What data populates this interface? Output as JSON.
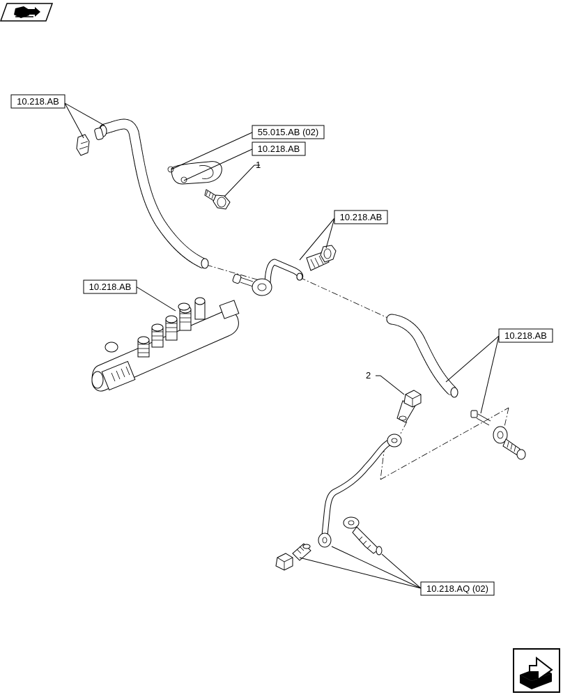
{
  "refs": {
    "top_left": "10.218.AB",
    "clip_ref": "55.015.AB (02)",
    "clip_ref2": "10.218.AB",
    "center": "10.218.AB",
    "rail": "10.218.AB",
    "right": "10.218.AB",
    "bottom": "10.218.AQ (02)"
  },
  "callouts": {
    "item1": "1",
    "item2": "2"
  },
  "icons": {
    "top_left": "book-arrow-icon",
    "bottom_right": "next-page-arrow-icon"
  },
  "colors": {
    "line": "#000000",
    "background": "#ffffff"
  }
}
